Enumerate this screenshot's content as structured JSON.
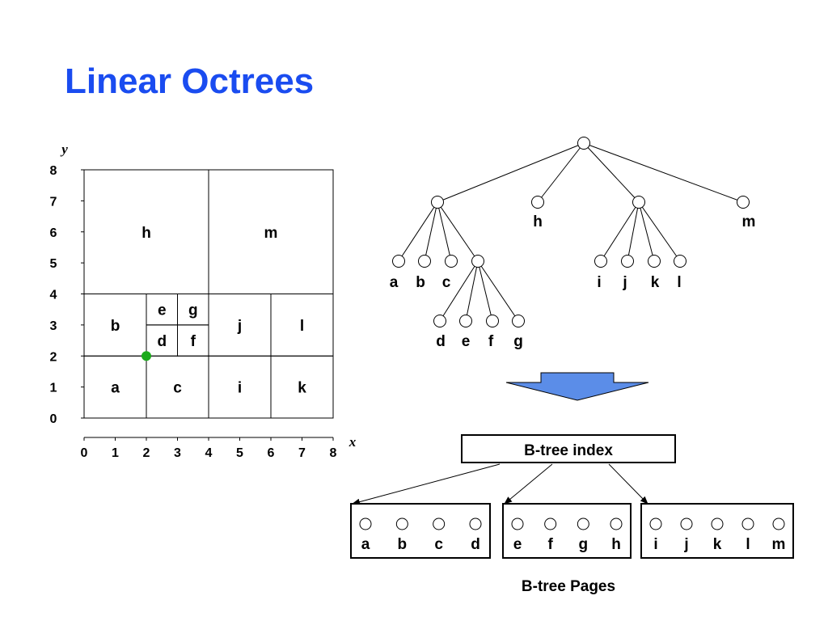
{
  "title": "Linear Octrees",
  "grid": {
    "y_axis_label": "y",
    "x_axis_label": "x",
    "y_ticks": [
      "0",
      "1",
      "2",
      "3",
      "4",
      "5",
      "6",
      "7",
      "8"
    ],
    "x_ticks": [
      "0",
      "1",
      "2",
      "3",
      "4",
      "5",
      "6",
      "7",
      "8"
    ],
    "regions": [
      {
        "label": "h",
        "x0": 0,
        "y0": 4,
        "x1": 4,
        "y1": 8
      },
      {
        "label": "m",
        "x0": 4,
        "y0": 4,
        "x1": 8,
        "y1": 8
      },
      {
        "label": "b",
        "x0": 0,
        "y0": 2,
        "x1": 2,
        "y1": 4
      },
      {
        "label": "e",
        "x0": 2,
        "y0": 3,
        "x1": 3,
        "y1": 4
      },
      {
        "label": "g",
        "x0": 3,
        "y0": 3,
        "x1": 4,
        "y1": 4
      },
      {
        "label": "d",
        "x0": 2,
        "y0": 2,
        "x1": 3,
        "y1": 3
      },
      {
        "label": "f",
        "x0": 3,
        "y0": 2,
        "x1": 4,
        "y1": 3
      },
      {
        "label": "j",
        "x0": 4,
        "y0": 2,
        "x1": 6,
        "y1": 4
      },
      {
        "label": "l",
        "x0": 6,
        "y0": 2,
        "x1": 8,
        "y1": 4
      },
      {
        "label": "a",
        "x0": 0,
        "y0": 0,
        "x1": 2,
        "y1": 2
      },
      {
        "label": "c",
        "x0": 2,
        "y0": 0,
        "x1": 4,
        "y1": 2
      },
      {
        "label": "i",
        "x0": 4,
        "y0": 0,
        "x1": 6,
        "y1": 2
      },
      {
        "label": "k",
        "x0": 6,
        "y0": 0,
        "x1": 8,
        "y1": 2
      }
    ],
    "marker": {
      "x": 2,
      "y": 2,
      "color": "#1aaa1a"
    }
  },
  "tree": {
    "leaf_labels": {
      "h": "h",
      "m": "m",
      "a": "a",
      "b": "b",
      "c": "c",
      "i": "i",
      "j": "j",
      "k": "k",
      "l": "l",
      "d": "d",
      "e": "e",
      "f": "f",
      "g": "g"
    }
  },
  "arrow_color": "#5b8de8",
  "btree": {
    "index_label": "B-tree index",
    "pages": [
      {
        "keys": [
          "a",
          "b",
          "c",
          "d"
        ]
      },
      {
        "keys": [
          "e",
          "f",
          "g",
          "h"
        ]
      },
      {
        "keys": [
          "i",
          "j",
          "k",
          "l",
          "m"
        ]
      }
    ],
    "pages_label": "B-tree Pages"
  }
}
